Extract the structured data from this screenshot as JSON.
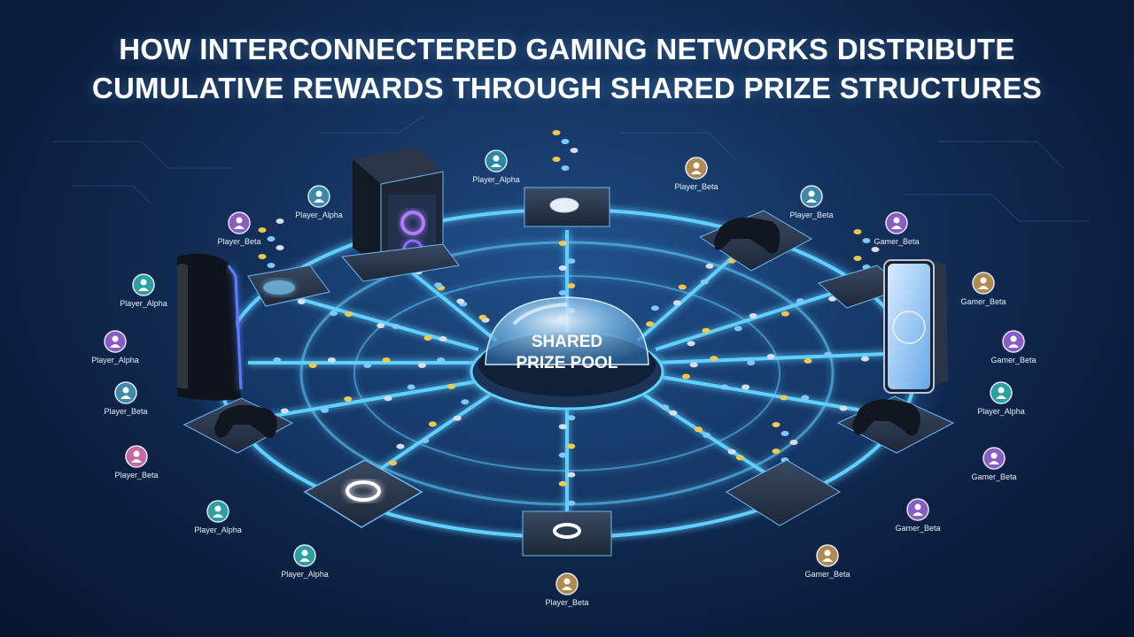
{
  "title": {
    "line1": "HOW INTERCONNECTERED GAMING NETWORKS DISTRIBUTE",
    "line2": "CUMULATIVE REWARDS THROUGH SHARED PRIZE STRUCTURES"
  },
  "pool": {
    "line1": "SHARED",
    "line2": "PRIZE POOL"
  },
  "colors": {
    "glow": "#5fd0ff",
    "coin_gold": "#f2c94c",
    "coin_blue": "#7ec8ff",
    "coin_silver": "#d9dee6"
  },
  "players": [
    {
      "label": "Player_Alpha",
      "icon": "user-icon"
    },
    {
      "label": "Player_Beta",
      "icon": "user-icon"
    },
    {
      "label": "Player_Alpha",
      "icon": "user-icon"
    },
    {
      "label": "Player_Beta",
      "icon": "user-icon"
    },
    {
      "label": "Player_Beta",
      "icon": "user-icon"
    },
    {
      "label": "Gamer_Beta",
      "icon": "user-icon"
    },
    {
      "label": "Player_Alpha",
      "icon": "user-icon"
    },
    {
      "label": "Player_Alpha",
      "icon": "user-icon"
    },
    {
      "label": "Gamer_Beta",
      "icon": "user-icon"
    },
    {
      "label": "Player_Beta",
      "icon": "user-icon"
    },
    {
      "label": "Gamer_Beta",
      "icon": "user-icon"
    },
    {
      "label": "Player_Alpha",
      "icon": "user-icon"
    },
    {
      "label": "Player_Beta",
      "icon": "user-icon"
    },
    {
      "label": "Gamer_Beta",
      "icon": "user-icon"
    },
    {
      "label": "Player_Alpha",
      "icon": "user-icon"
    },
    {
      "label": "Gamer_Beta",
      "icon": "user-icon"
    },
    {
      "label": "Player_Alpha",
      "icon": "user-icon"
    },
    {
      "label": "Gamer_Beta",
      "icon": "user-icon"
    },
    {
      "label": "Player_Beta",
      "icon": "user-icon"
    }
  ],
  "devices": [
    {
      "name": "gaming-pc-tower",
      "icon": "pc-tower-icon"
    },
    {
      "name": "console-tower",
      "icon": "console-icon"
    },
    {
      "name": "smartphone",
      "icon": "smartphone-icon"
    },
    {
      "name": "gamepad-right-top",
      "icon": "gamepad-icon"
    },
    {
      "name": "gamepad-left-bottom",
      "icon": "gamepad-icon"
    },
    {
      "name": "gamepad-right-bottom",
      "icon": "gamepad-icon"
    },
    {
      "name": "logo-tile-left",
      "icon": "logo-icon"
    },
    {
      "name": "logo-tile-bottom",
      "icon": "logo-icon"
    }
  ]
}
